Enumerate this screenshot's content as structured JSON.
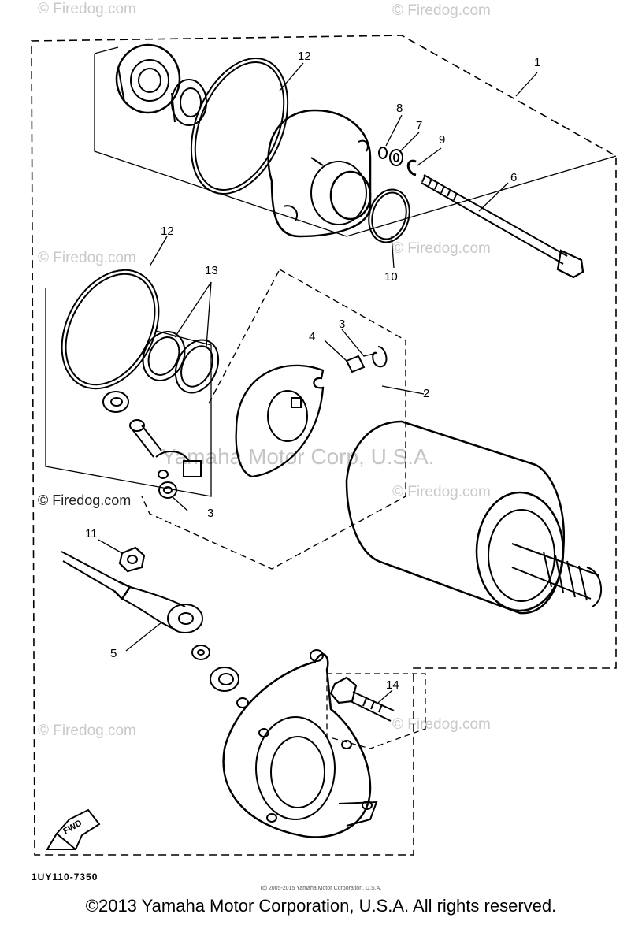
{
  "watermarks": {
    "brand": "© Firedog.com",
    "brand_short": "Firedog.com",
    "center": "Yamaha Motor Corp, U.S.A."
  },
  "callouts": {
    "c1": "1",
    "c2": "2",
    "c3a": "3",
    "c3b": "3",
    "c4": "4",
    "c5": "5",
    "c6": "6",
    "c7": "7",
    "c8": "8",
    "c9": "9",
    "c10": "10",
    "c11": "11",
    "c12a": "12",
    "c12b": "12",
    "c13": "13",
    "c14": "14"
  },
  "fwd_label": "FWD",
  "drawing_code": "1UY110-7350",
  "small_copyright": "(c) 2005-2015 Yamaha Motor Corporation, U.S.A.",
  "copyright": "©2013 Yamaha Motor Corporation, U.S.A. All rights reserved."
}
